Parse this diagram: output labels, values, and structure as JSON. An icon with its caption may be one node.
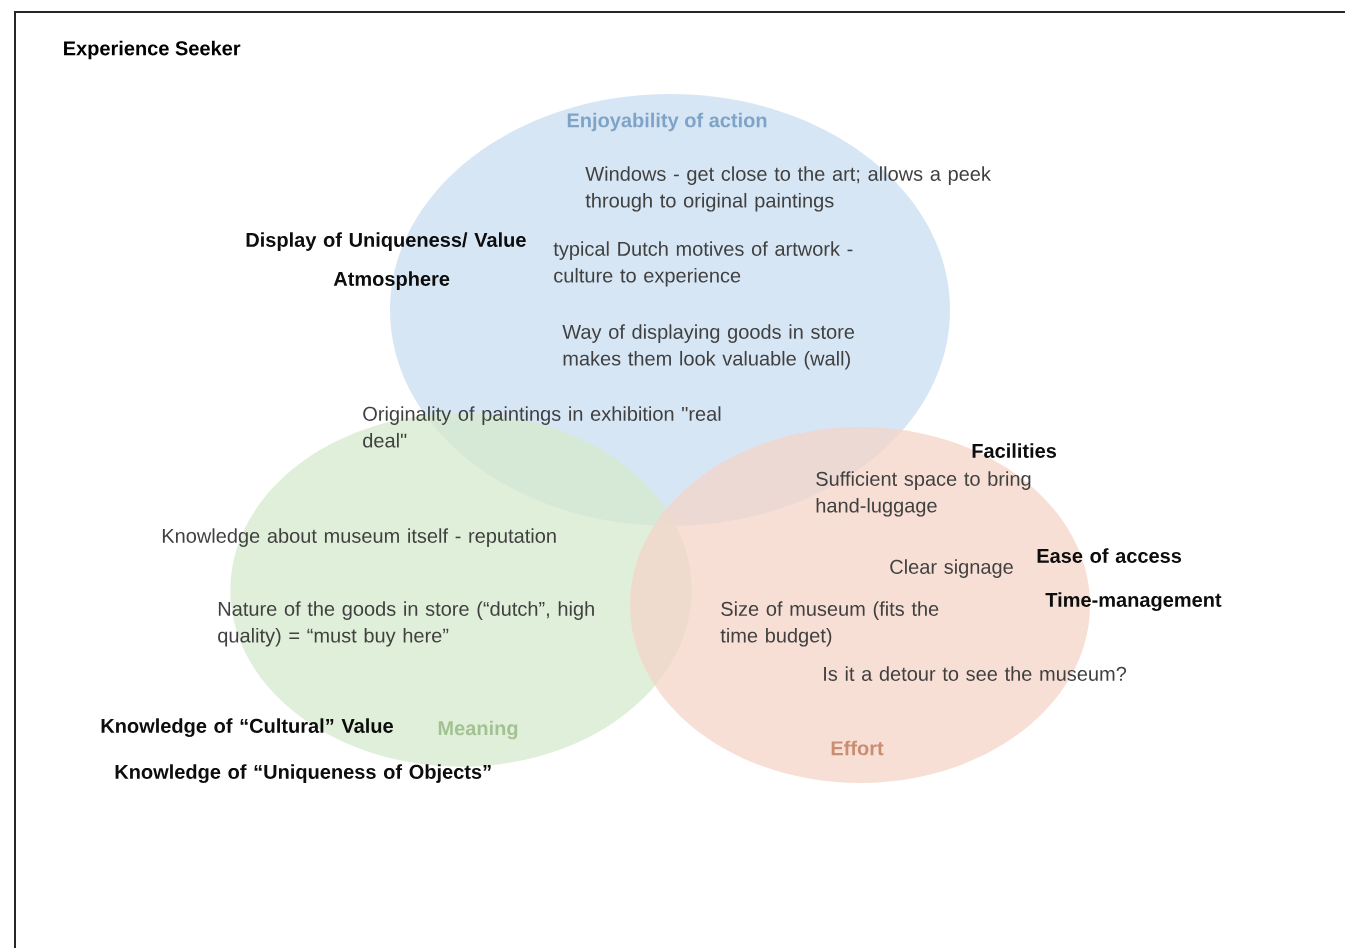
{
  "diagram": {
    "title": "Experience Seeker",
    "nodes": [
      {
        "text": [
          "Enjoyability of action"
        ]
      },
      {
        "text": [
          "Meaning"
        ]
      },
      {
        "text": [
          "Effort"
        ]
      }
    ],
    "labels": [
      "Windows - get close to the art; allows a peek through to original paintings",
      "Display of Uniqueness/ Value",
      "typical Dutch motives of artwork - culture to experience",
      "Atmosphere",
      "Way of displaying goods in store makes them look valuable (wall)",
      "Originality of paintings in exhibition \"real deal\"",
      "Facilities",
      "Sufficient space to bring hand-luggage",
      "Knowledge about museum itself - reputation",
      "Clear signage",
      "Ease of access",
      "Time-management",
      "Nature of the goods in store (“dutch”, high quality) = “must buy here”",
      "Size of museum (fits the time budget)",
      "Is it a detour to see the museum?",
      "Knowledge of “Cultural” Value",
      "Knowledge of “Uniqueness of Objects”"
    ]
  }
}
